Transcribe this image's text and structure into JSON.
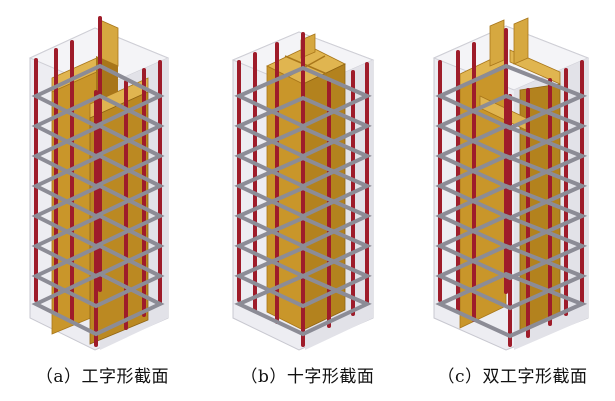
{
  "panels": [
    {
      "label": "（a）工字形截面",
      "section": "I-shaped"
    },
    {
      "label": "（b）十字形截面",
      "section": "cross-shaped"
    },
    {
      "label": "（c）双工字形截面",
      "section": "double-I-shaped"
    }
  ],
  "colors": {
    "concrete": "#e9e9ee",
    "steel_front": "#c9962a",
    "steel_side": "#a8761a",
    "steel_top": "#e0b550",
    "rebar": "#9e1c2a",
    "stirrup": "#8c8c96",
    "caption_text": "#111111"
  }
}
